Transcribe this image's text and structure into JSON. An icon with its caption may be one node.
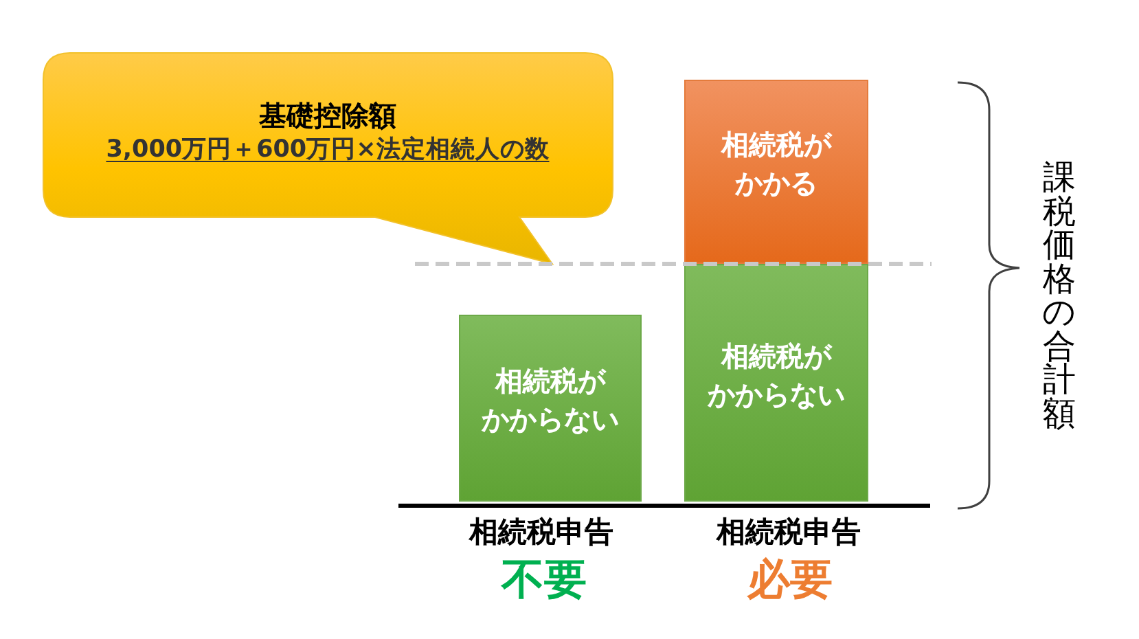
{
  "diagram": {
    "nodes": [
      {
        "text": [
          "基礎控除額",
          "3,000万円＋600万円×法定相続人の数"
        ]
      },
      {
        "text": [
          "相続税がかからない"
        ]
      },
      {
        "text": [
          "相続税がかかる"
        ]
      },
      {
        "text": [
          "相続税がかからない"
        ]
      }
    ],
    "labels": [
      "課税価格の合計額",
      "相続税申告",
      "相続税申告",
      "不要",
      "必要"
    ]
  }
}
